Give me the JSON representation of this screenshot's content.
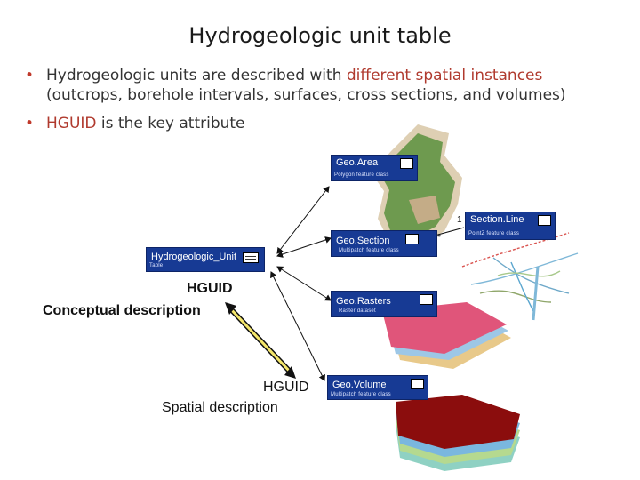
{
  "title": "Hydrogeologic unit table",
  "bullets": [
    {
      "pre": "Hydrogeologic units are described with ",
      "highlight": "different spatial instances",
      "post": "(outcrops, borehole intervals, surfaces, cross sections, and volumes)"
    },
    {
      "highlight": "HGUID",
      "post": " is the key attribute"
    }
  ],
  "diagram": {
    "hu_table": {
      "name": "Hydrogeologic_Unit",
      "type": "Table"
    },
    "geo_area": {
      "name": "Geo.Area",
      "type": "Polygon feature class"
    },
    "geo_section": {
      "name": "Geo.Section",
      "type": "Multipatch feature class"
    },
    "section_line": {
      "name": "Section.Line",
      "type": "PointZ feature class"
    },
    "geo_rasters": {
      "name": "Geo.Rasters",
      "type": "Raster dataset"
    },
    "geo_volume": {
      "name": "Geo.Volume",
      "type": "Multipatch feature class"
    },
    "mult_one": "1",
    "mult_many": "*",
    "hguid_conceptual": "HGUID",
    "conceptual": "Conceptual description",
    "hguid_spatial": "HGUID",
    "spatial": "Spatial description"
  },
  "colors": {
    "highlight": "#b03a2e",
    "feature_class_box": "#173a94",
    "polygon_fill": "#6e9a4f",
    "volume_top": "#8b0d0d",
    "raster_top": "#e0557a"
  }
}
